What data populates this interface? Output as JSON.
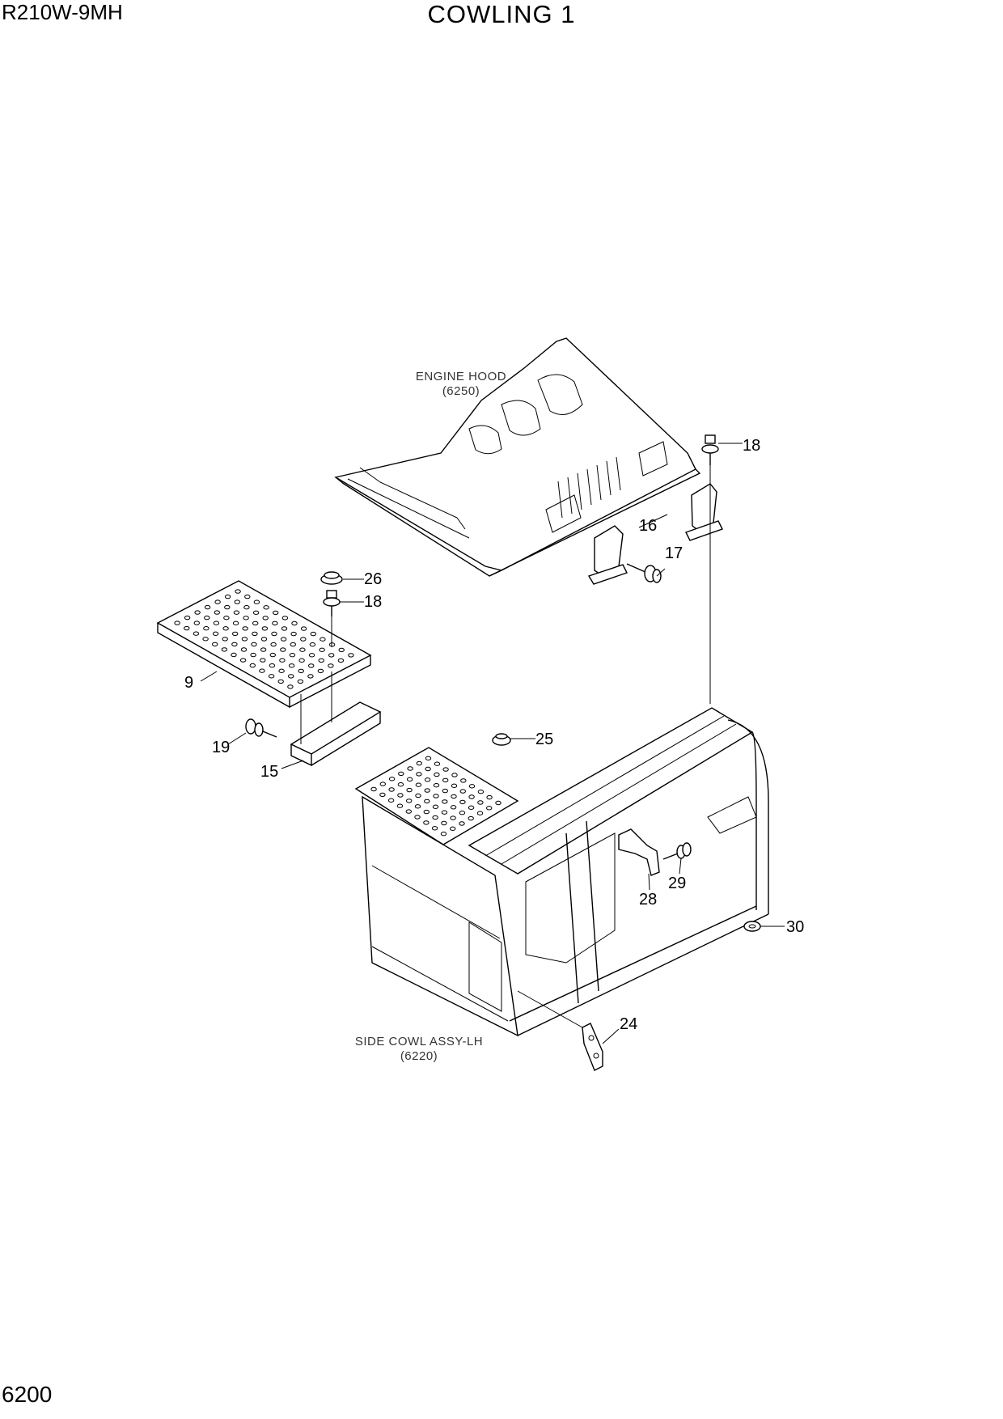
{
  "header": {
    "model": "R210W-9MH",
    "title": "COWLING 1"
  },
  "footer": {
    "page_number": "6200"
  },
  "references": {
    "engine_hood": {
      "name": "ENGINE HOOD",
      "code": "(6250)"
    },
    "side_cowl": {
      "name": "SIDE COWL ASSY-LH",
      "code": "(6220)"
    }
  },
  "callouts": {
    "c9": "9",
    "c15": "15",
    "c16": "16",
    "c17": "17",
    "c18a": "18",
    "c18b": "18",
    "c19": "19",
    "c24": "24",
    "c25": "25",
    "c26": "26",
    "c28": "28",
    "c29": "29",
    "c30": "30"
  }
}
